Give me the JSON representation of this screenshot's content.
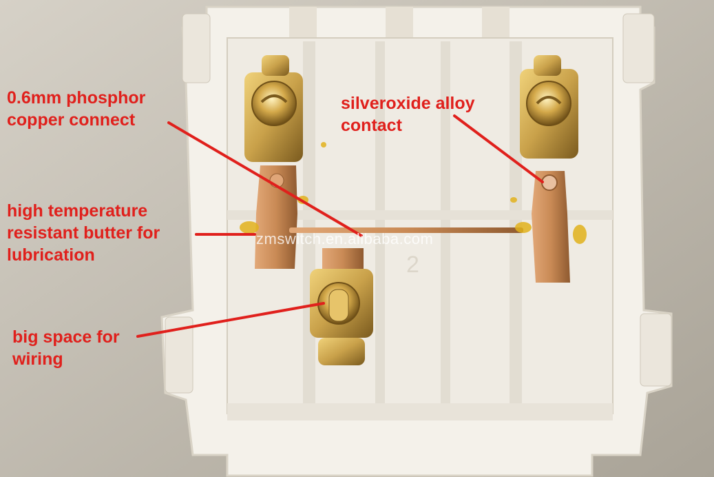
{
  "annotations": [
    {
      "id": "phosphor-copper",
      "lines": [
        "0.6mm phosphor",
        "copper connect"
      ]
    },
    {
      "id": "silveroxide",
      "lines": [
        "silveroxide alloy",
        "contact"
      ]
    },
    {
      "id": "butter",
      "lines": [
        "high temperature",
        "resistant butter for",
        "lubrication"
      ]
    },
    {
      "id": "wiring",
      "lines": [
        "big space for",
        "wiring"
      ]
    }
  ],
  "watermark": "zmswitch.en.alibaba.com",
  "colors": {
    "annotation": "#e0201c",
    "plastic": "#f4f1ea",
    "brass": "#c9a14a",
    "copper": "#c98a55"
  }
}
